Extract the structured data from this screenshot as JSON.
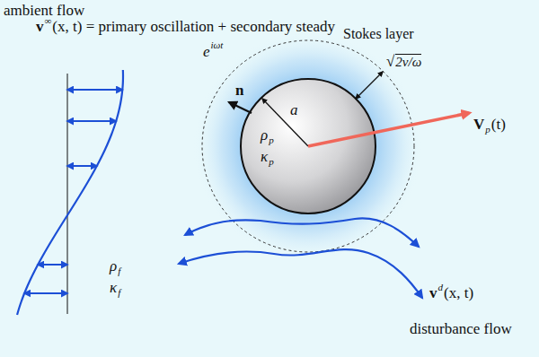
{
  "diagram": {
    "labels": [
      "ambient flow",
      "v",
      "∞",
      "(x, t) = primary oscillation + secondary steady",
      "e",
      "iωt",
      "Stokes layer",
      "√",
      "2ν/ω",
      "n",
      "a",
      "ρ",
      "p",
      "κ",
      "p",
      "V",
      "p",
      "(t)",
      "ρ",
      "f",
      "κ",
      "f",
      "v",
      "d",
      "(x, t)",
      "disturbance flow"
    ]
  }
}
